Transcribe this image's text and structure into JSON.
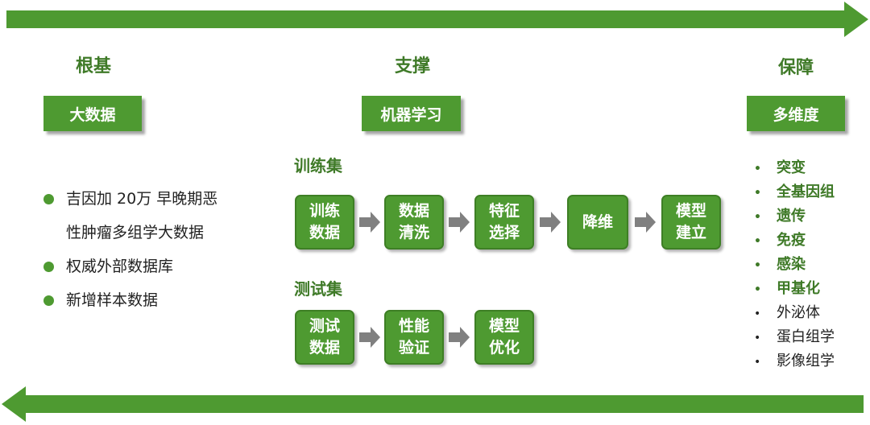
{
  "headings": {
    "foundation": "根基",
    "support": "支撑",
    "guarantee": "保障"
  },
  "tags": {
    "big_data": "大数据",
    "machine_learning": "机器学习",
    "multi_dimension": "多维度"
  },
  "left_list": [
    "吉因加 20万 早晚期恶\n性肿瘤多组学大数据",
    "权威外部数据库",
    "新增样本数据"
  ],
  "training": {
    "title": "训练集",
    "steps": [
      "训练\n数据",
      "数据\n清洗",
      "特征\n选择",
      "降维",
      "模型\n建立"
    ]
  },
  "testing": {
    "title": "测试集",
    "steps": [
      "测试\n数据",
      "性能\n验证",
      "模型\n优化"
    ]
  },
  "right_list": [
    {
      "label": "突变",
      "highlight": true
    },
    {
      "label": "全基因组",
      "highlight": true
    },
    {
      "label": "遗传",
      "highlight": true
    },
    {
      "label": "免疫",
      "highlight": true
    },
    {
      "label": "感染",
      "highlight": true
    },
    {
      "label": "甲基化",
      "highlight": true
    },
    {
      "label": "外泌体",
      "highlight": false
    },
    {
      "label": "蛋白组学",
      "highlight": false
    },
    {
      "label": "影像组学",
      "highlight": false
    }
  ],
  "colors": {
    "accent": "#4e9a31",
    "accent_dark": "#3f7a28",
    "arrow_gray": "#808080"
  }
}
